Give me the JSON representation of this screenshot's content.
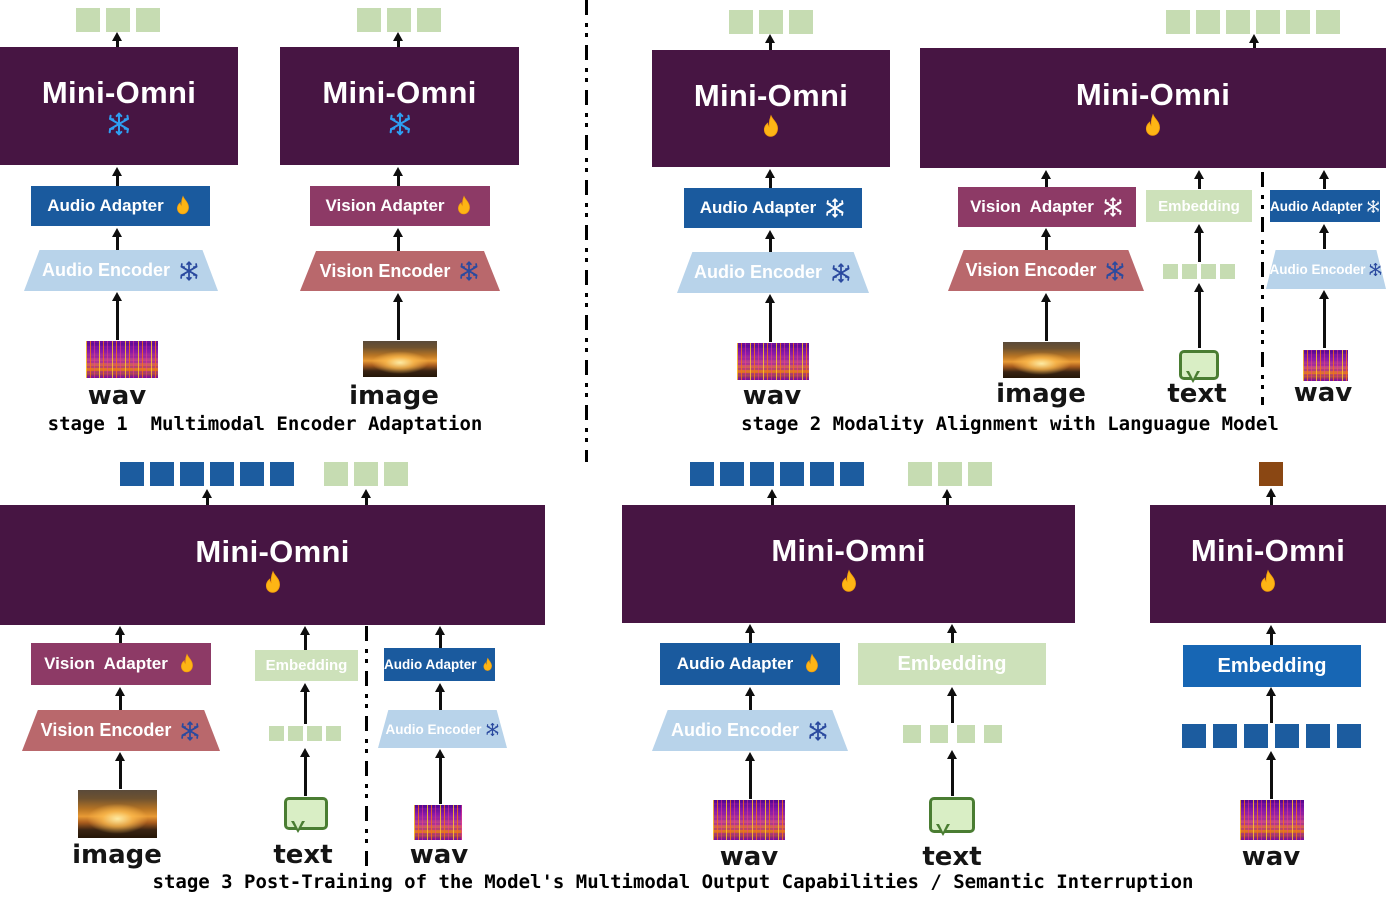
{
  "colors": {
    "model_purple": "#471543",
    "adapter_blue": "#1a5a9e",
    "embedding_blue": "#1766b4",
    "encoder_light_blue": "#b8d3ea",
    "vision_adapter_magenta": "#8d3a66",
    "vision_encoder_rose": "#b9686c",
    "embedding_green": "#cde1ba",
    "token_green": "#c6dcb2",
    "token_blue": "#1c5c9f",
    "token_brown": "#8a4713",
    "flame_gold": "#fdb515",
    "snowflake_bright_blue": "#2e9ff2",
    "snowflake_navy": "#2b4a9f"
  },
  "tokens": {
    "s1_audio_out": {
      "count": 3,
      "color": "#c6dcb2",
      "size": 24,
      "gap": 6
    },
    "s1_vision_out": {
      "count": 3,
      "color": "#c6dcb2",
      "size": 24,
      "gap": 6
    },
    "s2_audio_out": {
      "count": 3,
      "color": "#c6dcb2",
      "size": 24,
      "gap": 6
    },
    "s2_multi_out": {
      "count": 6,
      "color": "#c6dcb2",
      "size": 24,
      "gap": 6
    },
    "s2_text_emb": {
      "count": 4,
      "color": "#c6dcb2",
      "size": 15,
      "gap": 4
    },
    "s3l_out_audio": {
      "count": 6,
      "color": "#1c5c9f",
      "size": 24,
      "gap": 6
    },
    "s3l_out_text": {
      "count": 3,
      "color": "#c6dcb2",
      "size": 24,
      "gap": 6
    },
    "s3l_text_emb": {
      "count": 4,
      "color": "#c6dcb2",
      "size": 15,
      "gap": 4
    },
    "s3m_out_audio": {
      "count": 6,
      "color": "#1c5c9f",
      "size": 24,
      "gap": 6
    },
    "s3m_out_text": {
      "count": 3,
      "color": "#c6dcb2",
      "size": 24,
      "gap": 6
    },
    "s3m_text_emb": {
      "count": 4,
      "color": "#c6dcb2",
      "size": 18,
      "gap": 9
    },
    "s3r_out": {
      "count": 1,
      "color": "#8a4713",
      "size": 24,
      "gap": 6
    },
    "s3r_wav_emb": {
      "count": 6,
      "color": "#1c5c9f",
      "size": 24,
      "gap": 7
    }
  },
  "stage1": {
    "caption": "stage 1  Multimodal Encoder Adaptation",
    "audio": {
      "model": "Mini-Omni",
      "model_state": "frozen",
      "model_state_icon": "snowflake-icon",
      "adapter": "Audio Adapter",
      "adapter_state": "trainable",
      "adapter_state_icon": "flame-icon",
      "encoder": "Audio Encoder",
      "encoder_state": "frozen",
      "encoder_state_icon": "snowflake-icon",
      "input": "wav"
    },
    "vision": {
      "model": "Mini-Omni",
      "model_state": "frozen",
      "model_state_icon": "snowflake-icon",
      "adapter": "Vision Adapter",
      "adapter_state": "trainable",
      "adapter_state_icon": "flame-icon",
      "encoder": "Vision Encoder",
      "encoder_state": "frozen",
      "encoder_state_icon": "snowflake-icon",
      "input": "image"
    }
  },
  "stage2": {
    "caption": "stage 2 Modality Alignment with Languague Model",
    "audio": {
      "model": "Mini-Omni",
      "model_state": "trainable",
      "model_state_icon": "flame-icon",
      "adapter": "Audio Adapter",
      "adapter_state": "frozen",
      "adapter_state_icon": "snowflake-icon",
      "encoder": "Audio Encoder",
      "encoder_state": "frozen",
      "encoder_state_icon": "snowflake-icon",
      "input": "wav"
    },
    "multi": {
      "model": "Mini-Omni",
      "model_state": "trainable",
      "model_state_icon": "flame-icon",
      "vision_adapter": "Vision  Adapter",
      "vision_adapter_state": "frozen",
      "vision_encoder": "Vision Encoder",
      "vision_encoder_state": "frozen",
      "embedding": "Embedding",
      "audio_adapter": "Audio Adapter",
      "audio_adapter_state": "frozen",
      "audio_encoder": "Audio Encoder",
      "audio_encoder_state": "frozen",
      "input_image": "image",
      "input_text": "text",
      "input_wav": "wav"
    }
  },
  "stage3": {
    "caption": "stage 3 Post-Training of the Model's Multimodal Output Capabilities / Semantic Interruption",
    "left": {
      "model": "Mini-Omni",
      "model_state": "trainable",
      "model_state_icon": "flame-icon",
      "vision_adapter": "Vision  Adapter",
      "vision_adapter_state": "trainable",
      "vision_encoder": "Vision Encoder",
      "vision_encoder_state": "frozen",
      "embedding": "Embedding",
      "audio_adapter": "Audio Adapter",
      "audio_adapter_state": "trainable",
      "audio_encoder": "Audio Encoder",
      "audio_encoder_state": "frozen",
      "input_image": "image",
      "input_text": "text",
      "input_wav": "wav"
    },
    "mid": {
      "model": "Mini-Omni",
      "model_state": "trainable",
      "model_state_icon": "flame-icon",
      "audio_adapter": "Audio Adapter",
      "audio_adapter_state": "trainable",
      "audio_encoder": "Audio Encoder",
      "audio_encoder_state": "frozen",
      "embedding": "Embedding",
      "input_wav": "wav",
      "input_text": "text"
    },
    "right": {
      "model": "Mini-Omni",
      "model_state": "trainable",
      "model_state_icon": "flame-icon",
      "embedding": "Embedding",
      "input_wav": "wav"
    }
  }
}
